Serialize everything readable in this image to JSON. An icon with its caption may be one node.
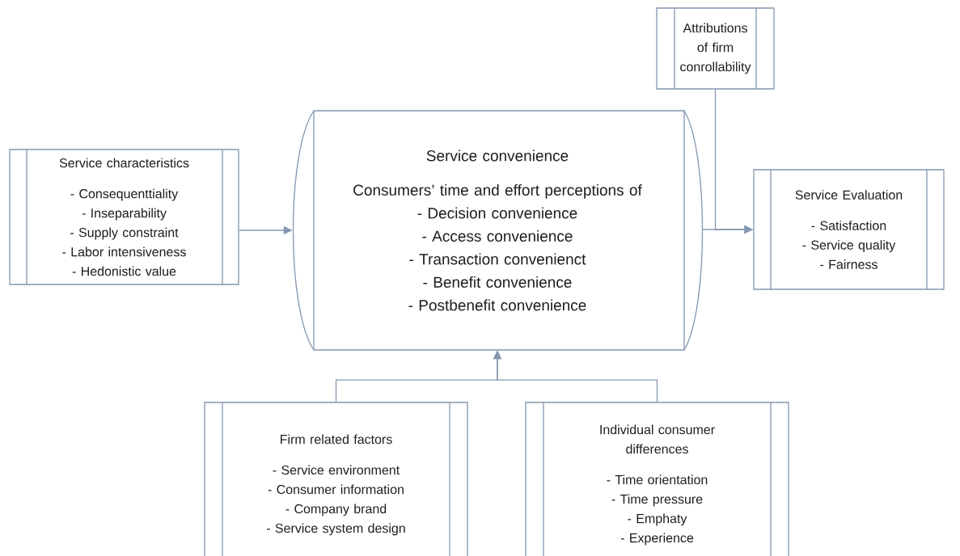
{
  "diagram": {
    "nodes": [
      {
        "text": [
          "Service characteristics",
          "- Consequenttiality",
          "- Inseparability",
          "- Supply constraint",
          "- Labor intensiveness",
          "- Hedonistic value"
        ]
      },
      {
        "text": [
          "Service convenience",
          "Consumers’ time and effort perceptions of",
          "- Decision convenience",
          "- Access convenience",
          "- Transaction convenienct",
          "- Benefit convenience",
          "- Postbenefit convenience"
        ]
      },
      {
        "text": [
          "Attributions of firm conrollability"
        ]
      },
      {
        "text": [
          "Service Evaluation",
          "- Satisfaction",
          "- Service quality",
          "- Fairness"
        ]
      },
      {
        "text": [
          "Firm related factors",
          "- Service environment",
          "- Consumer information",
          "- Company brand",
          "- Service system design"
        ]
      },
      {
        "text": [
          "Individual consumer differences",
          "- Time orientation",
          "- Time pressure",
          "- Emphaty",
          "- Experience"
        ]
      }
    ],
    "edges": [
      {
        "from": 0,
        "to": 1,
        "arrow": "to"
      },
      {
        "from": 1,
        "to": 3,
        "arrow": "to"
      },
      {
        "from": 2,
        "to": 3,
        "arrow": "to"
      },
      {
        "from": 4,
        "to": 1,
        "arrow": "to"
      },
      {
        "from": 5,
        "to": 1,
        "arrow": "to"
      }
    ]
  }
}
